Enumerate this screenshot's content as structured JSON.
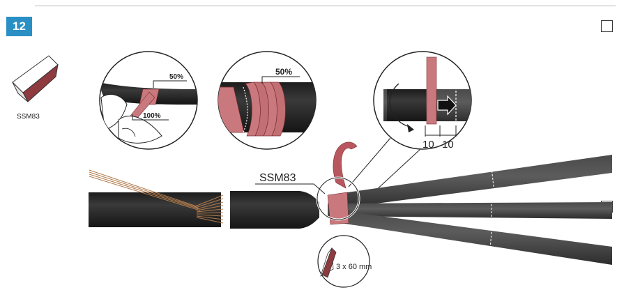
{
  "step": {
    "number": "12"
  },
  "tape_icon": {
    "label": "SSM83"
  },
  "detail_half_full": {
    "overlap_label": "50%",
    "full_label": "100%"
  },
  "detail_overlap": {
    "overlap_label": "50%"
  },
  "detail_dimensions": {
    "dim_left": "10",
    "dim_right": "10"
  },
  "main_callout": {
    "label": "SSM83"
  },
  "tape_strip_icon": {
    "label": "3 x 60 mm"
  },
  "checkboxes": {
    "count": 2
  },
  "colors": {
    "step_badge": "#2a8fc4",
    "tape": "#c9797d",
    "tape_dark": "#8e3a3f",
    "cable": "#2b2b2b",
    "copper": "#b07a4a"
  }
}
